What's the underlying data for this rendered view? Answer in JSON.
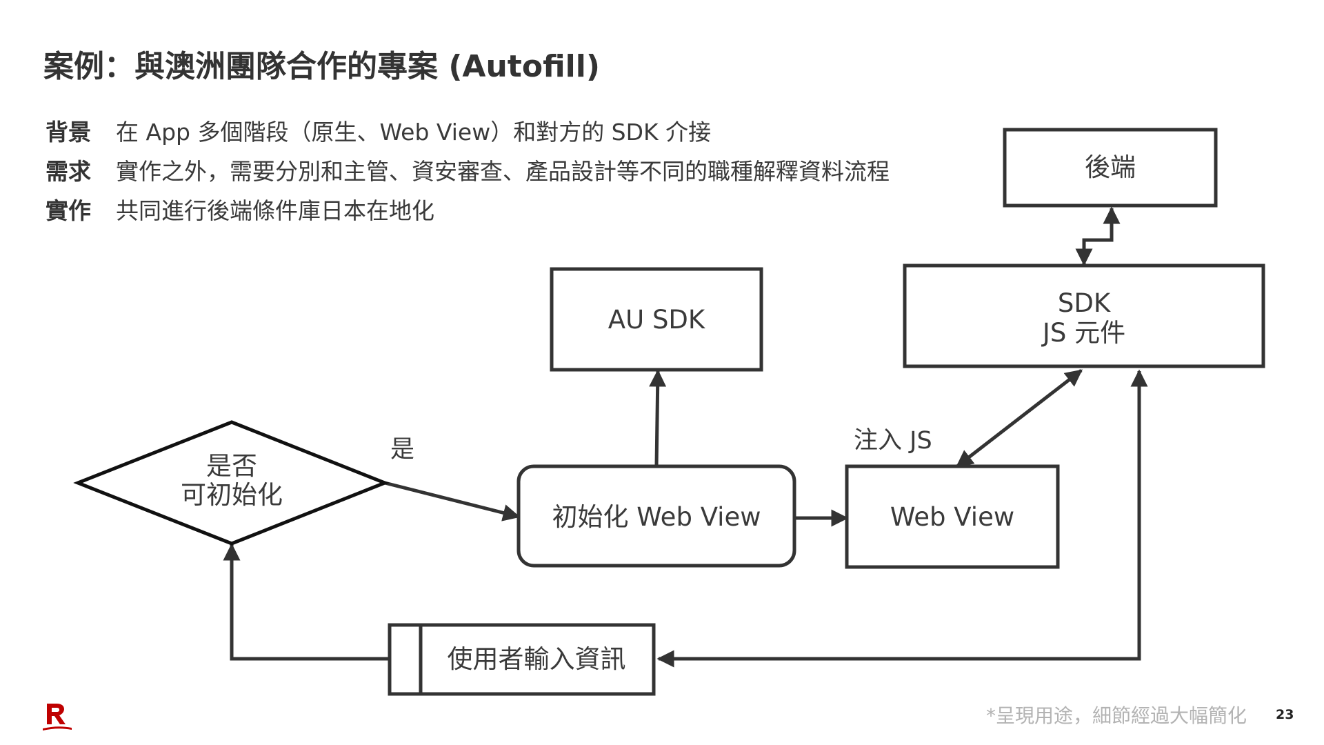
{
  "slide": {
    "title": "案例：與澳洲團隊合作的專案 (Autofill)",
    "info": [
      {
        "label": "背景",
        "text": "在 App 多個階段（原生、Web View）和對方的 SDK 介接"
      },
      {
        "label": "需求",
        "text": "實作之外，需要分別和主管、資安審查、產品設計等不同的職種解釋資料流程"
      },
      {
        "label": "實作",
        "text": "共同進行後端條件庫日本在地化"
      }
    ],
    "footnote": "*呈現用途，細節經過大幅簡化",
    "page_number": "23",
    "logo_icon": "rakuten-r-logo-icon",
    "accent_color": "#bf0000"
  },
  "diagram": {
    "nodes": {
      "decision": {
        "lines": [
          "是否",
          "可初始化"
        ]
      },
      "init_webview": {
        "lines": [
          "初始化 Web View"
        ]
      },
      "au_sdk": {
        "lines": [
          "AU SDK"
        ]
      },
      "webview": {
        "lines": [
          "Web View"
        ]
      },
      "sdk_js": {
        "lines": [
          "SDK",
          "JS 元件"
        ]
      },
      "backend": {
        "lines": [
          "後端"
        ]
      },
      "user_input": {
        "lines": [
          "使用者輸入資訊"
        ]
      }
    },
    "edge_labels": {
      "yes": "是",
      "inject_js": "注入 JS"
    }
  }
}
